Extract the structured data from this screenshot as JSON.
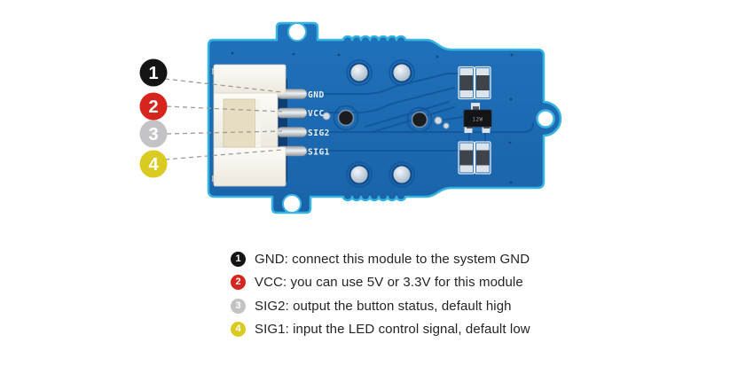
{
  "colors": {
    "background": "#ffffff",
    "board_blue": "#1d6cb5",
    "board_edge_cyan": "#35b4e2",
    "trace_blue": "#14579c",
    "silkscreen_white": "#edf3f9",
    "dashed_line_gray": "#9b9b9b",
    "legend_text": "#242424"
  },
  "board": {
    "pins": [
      {
        "label": "GND"
      },
      {
        "label": "VCC"
      },
      {
        "label": "SIG2"
      },
      {
        "label": "SIG1"
      }
    ],
    "ic_marking": "12W"
  },
  "callouts": [
    {
      "number": "1",
      "color": "#141414",
      "text": "GND: connect this module to the system GND"
    },
    {
      "number": "2",
      "color": "#d6251d",
      "text": "VCC: you can use 5V or 3.3V for this module"
    },
    {
      "number": "3",
      "color": "#c3c3c5",
      "text": "SIG2: output the button status, default high"
    },
    {
      "number": "4",
      "color": "#d9cb22",
      "text": "SIG1: input the LED control signal, default low"
    }
  ]
}
